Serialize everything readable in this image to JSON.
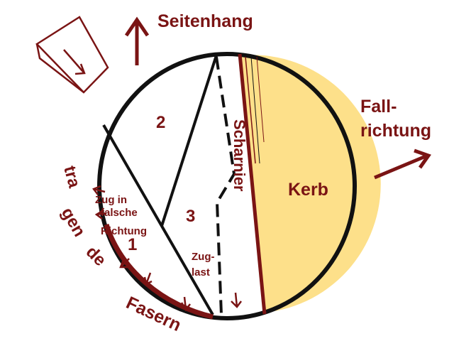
{
  "colors": {
    "outline": "#111111",
    "accent": "#7a1414",
    "notch_fill": "#fde08a"
  },
  "labels": {
    "seitenhang": "Seitenhang",
    "fall_line1": "Fall-",
    "fall_line2": "richtung",
    "kerb": "Kerb",
    "scharnier": "Scharnier",
    "section_1": "1",
    "section_2": "2",
    "section_3": "3",
    "zug_in_line1": "Zug in",
    "zug_in_line2": "falsche",
    "zug_in_line3": "Richtung",
    "zuglast_line1": "Zug-",
    "zuglast_line2": "last",
    "fasern_tra": "tra",
    "fasern_gen": "gen",
    "fasern_de": "de",
    "fasern_word": "Fasern"
  },
  "icons": {
    "up_arrow": "up-arrow-icon",
    "fall_arrow": "fall-direction-arrow-icon",
    "slope": "slope-wedge-icon",
    "small_arrows": "small-arrow-icon"
  }
}
